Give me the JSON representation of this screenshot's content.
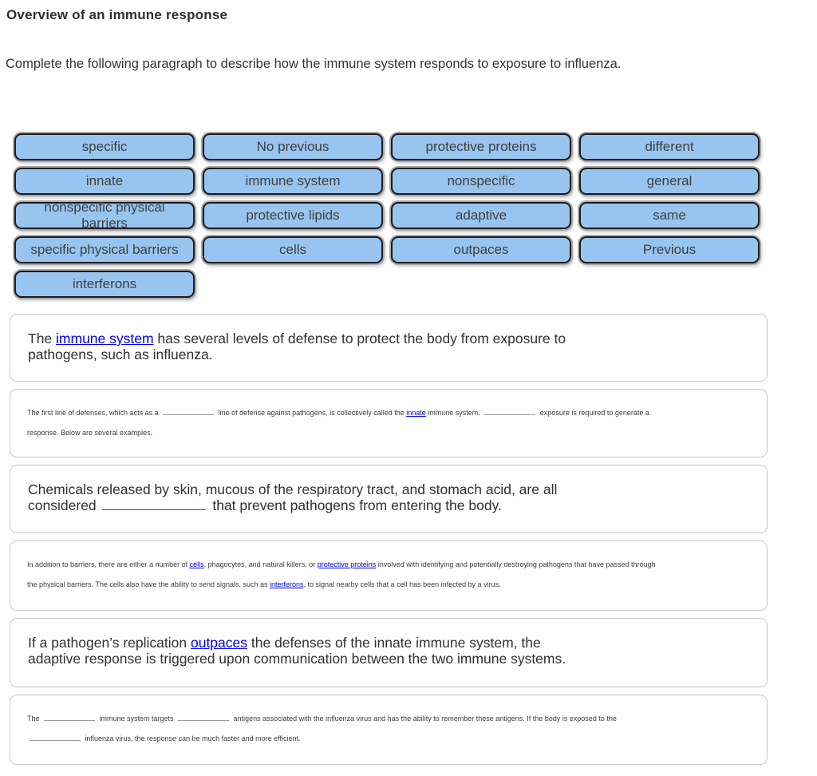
{
  "page": {
    "title": "Overview of an immune response",
    "instruction": "Complete the following paragraph to describe how the immune system responds to exposure to influenza."
  },
  "colors": {
    "tile_fill": "#98C5F0",
    "tile_border": "#1b1b1b",
    "tile_slot_ring": "#a8a8a8",
    "link_blue": "#0000ee",
    "box_border": "#c7c7c7"
  },
  "word_bank": {
    "tiles": [
      "specific",
      "No previous",
      "protective proteins",
      "different",
      "innate",
      "immune system",
      "nonspecific",
      "general",
      "nonspecific physical barriers",
      "protective lipids",
      "adaptive",
      "same",
      "specific physical barriers",
      "cells",
      "outpaces",
      "Previous",
      "interferons"
    ]
  },
  "paragraphs": [
    {
      "size": "large",
      "segments": [
        {
          "t": "text",
          "v": "The "
        },
        {
          "t": "link",
          "v": "immune system"
        },
        {
          "t": "text",
          "v": " has several levels of defense to protect the body from exposure to"
        },
        {
          "t": "br"
        },
        {
          "t": "text",
          "v": "pathogens, such as influenza."
        }
      ]
    },
    {
      "size": "small",
      "segments": [
        {
          "t": "text",
          "v": "The first line of defenses, which acts as a "
        },
        {
          "t": "blank"
        },
        {
          "t": "text",
          "v": " line of defense against pathogens, is collectively called the "
        },
        {
          "t": "link",
          "v": "innate"
        },
        {
          "t": "text",
          "v": " immune system. "
        },
        {
          "t": "blank"
        },
        {
          "t": "text",
          "v": " exposure is required to generate a"
        },
        {
          "t": "br"
        },
        {
          "t": "text",
          "v": "response. Below are several examples."
        }
      ]
    },
    {
      "size": "large",
      "segments": [
        {
          "t": "text",
          "v": "Chemicals released by skin, mucous of the respiratory tract, and stomach acid, are all"
        },
        {
          "t": "br"
        },
        {
          "t": "text",
          "v": "considered "
        },
        {
          "t": "blank"
        },
        {
          "t": "text",
          "v": " that prevent pathogens from entering the body."
        }
      ]
    },
    {
      "size": "small",
      "segments": [
        {
          "t": "text",
          "v": "In addition to barriers, there are either a number of "
        },
        {
          "t": "link",
          "v": "cells"
        },
        {
          "t": "text",
          "v": ", phagocytes, and natural killers, or "
        },
        {
          "t": "link",
          "v": "protective proteins"
        },
        {
          "t": "text",
          "v": " involved with identifying and potentially destroying pathogens that have passed through"
        },
        {
          "t": "br"
        },
        {
          "t": "text",
          "v": "the physical barriers. The cells also have the ability to send signals, such as "
        },
        {
          "t": "link",
          "v": "interferons"
        },
        {
          "t": "text",
          "v": ", to signal nearby cells that a cell has been infected by a virus."
        }
      ]
    },
    {
      "size": "large",
      "segments": [
        {
          "t": "text",
          "v": "If a pathogen’s replication "
        },
        {
          "t": "link",
          "v": "outpaces"
        },
        {
          "t": "text",
          "v": " the defenses of the innate immune system, the"
        },
        {
          "t": "br"
        },
        {
          "t": "text",
          "v": "adaptive response is triggered upon communication between the two immune systems."
        }
      ]
    },
    {
      "size": "small",
      "segments": [
        {
          "t": "text",
          "v": "The "
        },
        {
          "t": "blank"
        },
        {
          "t": "text",
          "v": " immune system targets "
        },
        {
          "t": "blank"
        },
        {
          "t": "text",
          "v": " antigens associated with the influenza virus and has the ability to remember these antigens. If the body is exposed to the"
        },
        {
          "t": "br"
        },
        {
          "t": "blank"
        },
        {
          "t": "text",
          "v": " influenza virus, the response can be much faster and more efficient."
        }
      ]
    }
  ]
}
